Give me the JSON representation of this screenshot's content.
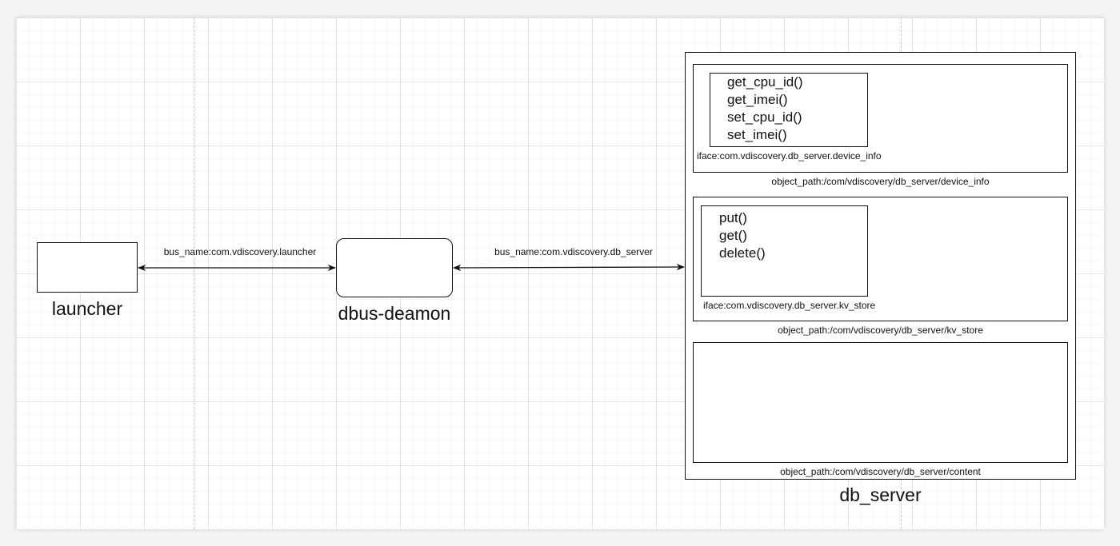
{
  "nodes": {
    "launcher": {
      "label": "launcher"
    },
    "daemon": {
      "label": "dbus-deamon"
    },
    "db_server": {
      "label": "db_server"
    }
  },
  "edges": [
    {
      "label": "bus_name:com.vdiscovery.launcher"
    },
    {
      "label": "bus_name:com.vdiscovery.db_server"
    }
  ],
  "objects": [
    {
      "methods": [
        "get_cpu_id()",
        "get_imei()",
        "set_cpu_id()",
        "set_imei()"
      ],
      "iface": "iface:com.vdiscovery.db_server.device_info",
      "object_path": "object_path:/com/vdiscovery/db_server/device_info"
    },
    {
      "methods": [
        "put()",
        "get()",
        "delete()"
      ],
      "iface": "iface:com.vdiscovery.db_server.kv_store",
      "object_path": "object_path:/com/vdiscovery/db_server/kv_store"
    },
    {
      "methods": [],
      "iface": "",
      "object_path": "object_path:/com/vdiscovery/db_server/content"
    }
  ]
}
